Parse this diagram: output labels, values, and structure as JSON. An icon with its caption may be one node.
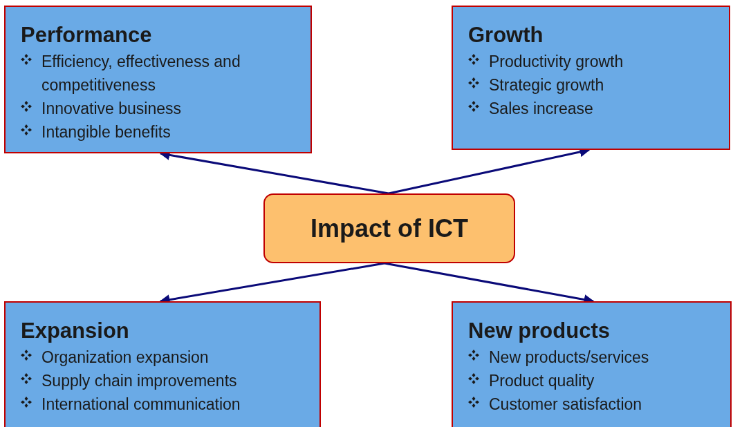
{
  "diagram": {
    "nodes": [
      {
        "text": [
          "Performance",
          "Efficiency, effectiveness and competitiveness",
          "Innovative business",
          "Intangible benefits"
        ]
      },
      {
        "text": [
          "Growth",
          "Productivity growth",
          "Strategic growth",
          "Sales increase"
        ]
      },
      {
        "text": [
          "Impact of ICT"
        ]
      },
      {
        "text": [
          "Expansion",
          "Organization expansion",
          "Supply chain improvements",
          "International communication"
        ]
      },
      {
        "text": [
          "New products",
          "New products/services",
          "Product quality",
          "Customer satisfaction"
        ]
      }
    ],
    "edges": [
      {
        "from": 2,
        "to": 0,
        "arrow": "to"
      },
      {
        "from": 2,
        "to": 1,
        "arrow": "to"
      },
      {
        "from": 2,
        "to": 3,
        "arrow": "to"
      },
      {
        "from": 2,
        "to": 4,
        "arrow": "to"
      }
    ]
  }
}
